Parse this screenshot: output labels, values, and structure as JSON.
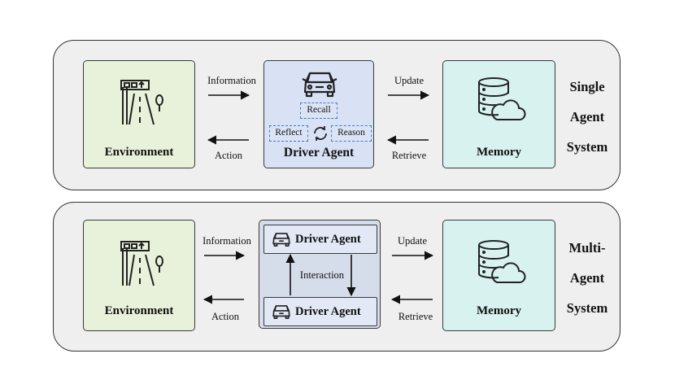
{
  "single": {
    "environment_label": "Environment",
    "driver_label": "Driver Agent",
    "memory_label": "Memory",
    "recall_label": "Recall",
    "reflect_label": "Reflect",
    "reason_label": "Reason",
    "information_label": "Information",
    "action_label": "Action",
    "update_label": "Update",
    "retrieve_label": "Retrieve",
    "system_line1": "Single",
    "system_line2": "Agent",
    "system_line3": "System"
  },
  "multi": {
    "environment_label": "Environment",
    "agent_top_label": "Driver Agent",
    "agent_bottom_label": "Driver Agent",
    "interaction_label": "Interaction",
    "memory_label": "Memory",
    "information_label": "Information",
    "action_label": "Action",
    "update_label": "Update",
    "retrieve_label": "Retrieve",
    "system_line1": "Multi-",
    "system_line2": "Agent",
    "system_line3": "System"
  },
  "icons": {
    "environment": "road-sign-icon",
    "driver": "car-icon",
    "memory": "database-cloud-icon",
    "cycle": "refresh-cycle-icon"
  },
  "colors": {
    "environment_fill": "#e8f2da",
    "memory_fill": "#d7f2ef",
    "driver_fill": "#d8e2f4",
    "dashed_border": "#4a78c4",
    "panel_fill": "#efefef"
  }
}
